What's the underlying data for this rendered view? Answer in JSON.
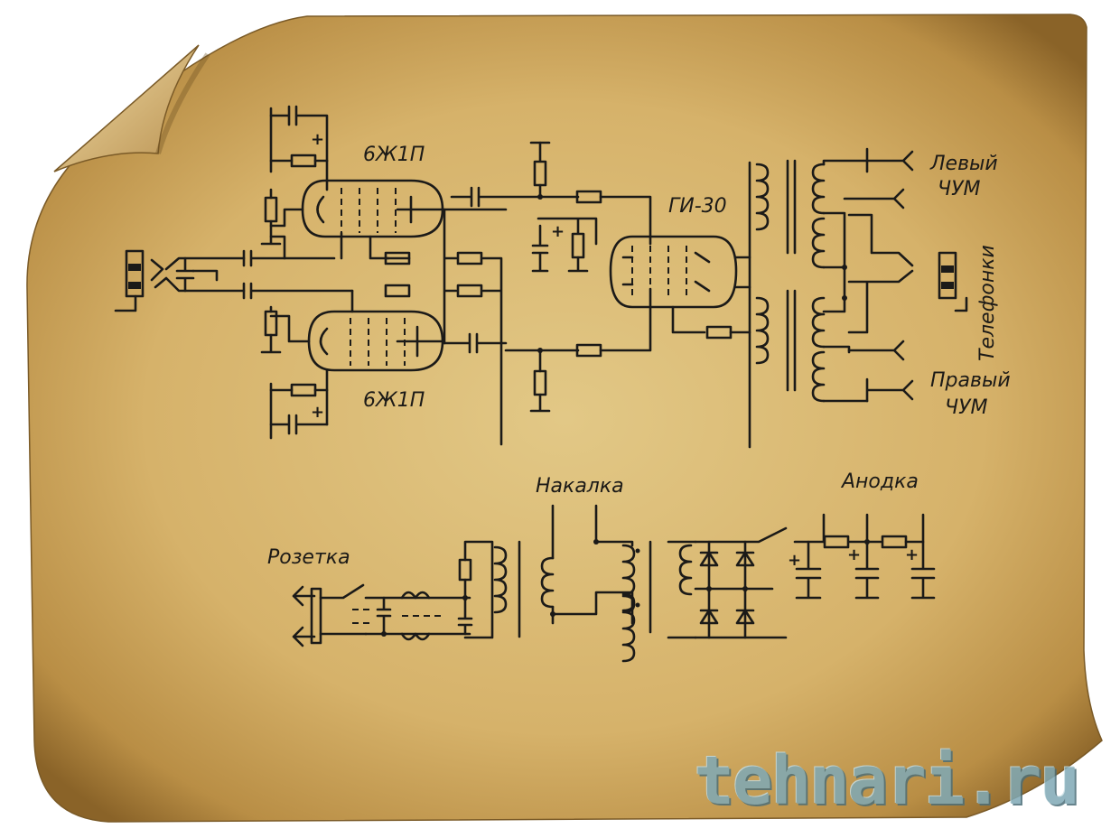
{
  "labels": {
    "tube_top": "6Ж1П",
    "tube_bottom": "6Ж1П",
    "tube_output": "ГИ-30",
    "left_1": "Левый",
    "left_2": "ЧУМ",
    "right_1": "Правый",
    "right_2": "ЧУМ",
    "phones": "Телефонки",
    "filament": "Накалка",
    "anode": "Анодка",
    "socket": "Розетка",
    "plus": "+"
  },
  "watermark": "tehnari.ru",
  "colors": {
    "paper": "#d9b873",
    "paper_edge": "#8f6a2f",
    "ink": "#1b1a18",
    "watermark": "#7fa9b6"
  }
}
